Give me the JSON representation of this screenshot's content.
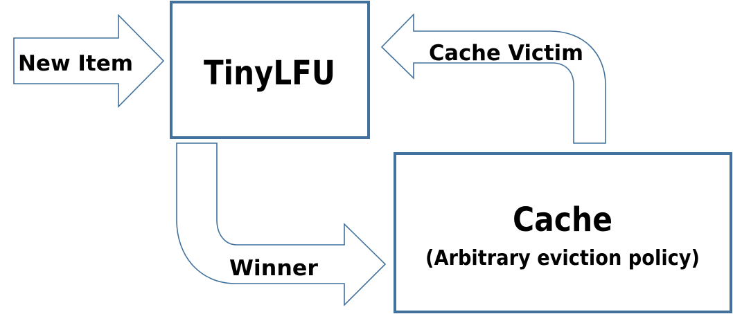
{
  "diagram": {
    "nodes": {
      "tinylfu": {
        "label": "TinyLFU"
      },
      "cache": {
        "label": "Cache",
        "sublabel": "(Arbitrary eviction policy)"
      }
    },
    "edges": {
      "new_item": {
        "label": "New Item",
        "target": "TinyLFU"
      },
      "cache_victim": {
        "label": "Cache Victim",
        "source": "Cache",
        "target": "TinyLFU"
      },
      "winner": {
        "label": "Winner",
        "source": "TinyLFU",
        "target": "Cache"
      }
    }
  },
  "colors": {
    "stroke": "#41719c",
    "fill": "#ffffff",
    "text": "#000000"
  }
}
